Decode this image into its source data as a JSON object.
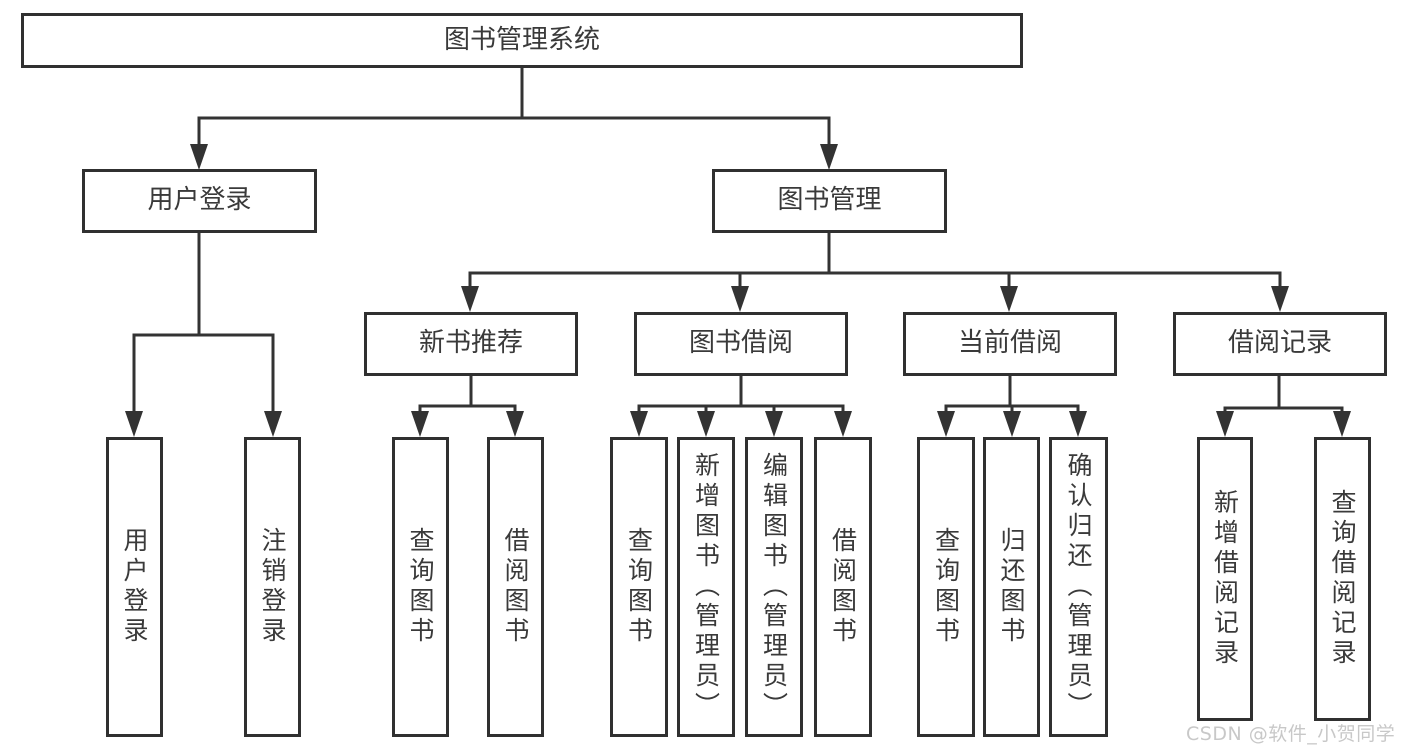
{
  "diagram": {
    "root": {
      "label": "图书管理系统"
    },
    "branches": [
      {
        "label": "用户登录",
        "children": [
          {
            "label": "用户登录"
          },
          {
            "label": "注销登录"
          }
        ]
      },
      {
        "label": "图书管理",
        "children": [
          {
            "label": "新书推荐",
            "children": [
              {
                "label": "查询图书"
              },
              {
                "label": "借阅图书"
              }
            ]
          },
          {
            "label": "图书借阅",
            "children": [
              {
                "label": "查询图书"
              },
              {
                "label": "新增图书（管理员）"
              },
              {
                "label": "编辑图书（管理员）"
              },
              {
                "label": "借阅图书"
              }
            ]
          },
          {
            "label": "当前借阅",
            "children": [
              {
                "label": "查询图书"
              },
              {
                "label": "归还图书"
              },
              {
                "label": "确认归还（管理员）"
              }
            ]
          },
          {
            "label": "借阅记录",
            "children": [
              {
                "label": "新增借阅记录"
              },
              {
                "label": "查询借阅记录"
              }
            ]
          }
        ]
      }
    ]
  },
  "watermark": {
    "text": "CSDN @软件_小贺同学"
  },
  "colors": {
    "line": "#333333",
    "box_border": "#303030",
    "text": "#3a3a3a",
    "watermark": "#c8c8c8",
    "background": "#ffffff"
  }
}
